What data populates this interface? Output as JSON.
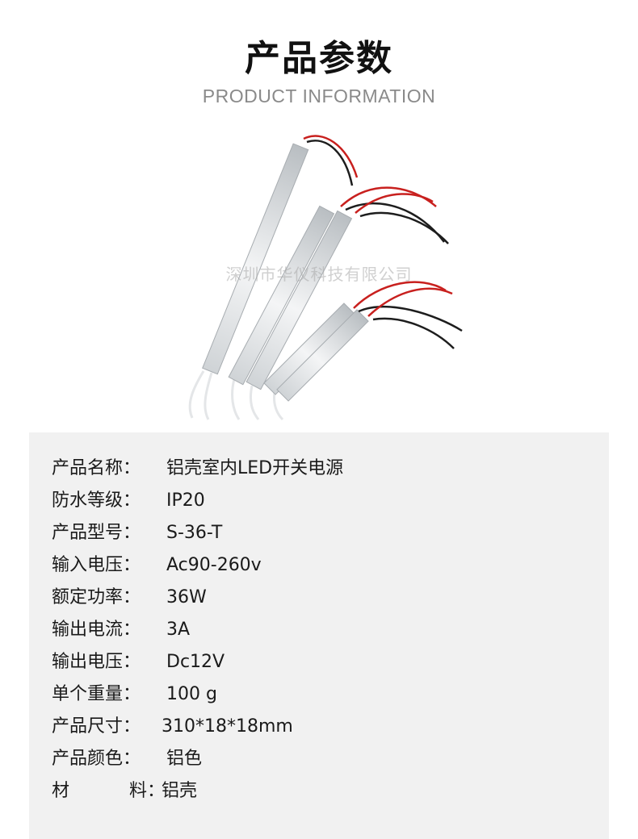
{
  "header": {
    "title": "产品参数",
    "subtitle": "PRODUCT INFORMATION"
  },
  "image": {
    "watermark": "深圳市华仪科技有限公司"
  },
  "specs": [
    {
      "label": "产品名称：",
      "value": "铝壳室内LED开关电源"
    },
    {
      "label": "防水等级：",
      "value": "IP20"
    },
    {
      "label": "产品型号：",
      "value": "S-36-T"
    },
    {
      "label": "输入电压：",
      "value": "Ac90-260v"
    },
    {
      "label": "额定功率：",
      "value": "36W"
    },
    {
      "label": "输出电流：",
      "value": "3A"
    },
    {
      "label": "输出电压：",
      "value": "Dc12V"
    },
    {
      "label": "单个重量：",
      "value": "100 g"
    },
    {
      "label": "产品尺寸：",
      "value": "310*18*18mm"
    },
    {
      "label": "产品颜色：",
      "value": "铝色"
    },
    {
      "label_a": "材",
      "label_b": "料：",
      "value": "铝壳"
    }
  ]
}
